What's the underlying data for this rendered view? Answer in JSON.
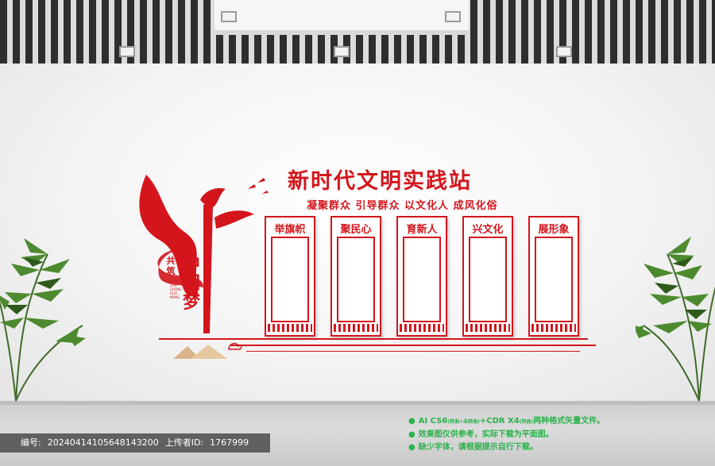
{
  "title": "新时代文明实践站",
  "subtitle": "凝聚群众 引导群众 以文化人 成风化俗",
  "panels": [
    {
      "label": "举旗帜"
    },
    {
      "label": "聚民心"
    },
    {
      "label": "育新人"
    },
    {
      "label": "兴文化"
    },
    {
      "label": "展形象"
    }
  ],
  "dream": {
    "small": "共筑",
    "main": "中国梦",
    "pinyin": "GONG ZHU ZHONG GUO MENG"
  },
  "notes": [
    {
      "bullet": "●",
      "text_a": "AI CS6",
      "small_a": "(转曲+未转曲)",
      "text_b": "+CDR X4",
      "small_b": "(转曲)",
      "text_c": "两种格式矢量文件。"
    },
    {
      "bullet": "●",
      "text": "效果图仅供参考，实际下载为平面图。"
    },
    {
      "bullet": "●",
      "text": "缺少字体，请根据提示自行下载。"
    }
  ],
  "idbar": {
    "code_label": "编号:",
    "code_value": "20240414105648143200",
    "uploader_label": "上传者ID:",
    "uploader_value": "1767999"
  },
  "colors": {
    "accent_red": "#d4151c",
    "note_green": "#2bb24c"
  }
}
